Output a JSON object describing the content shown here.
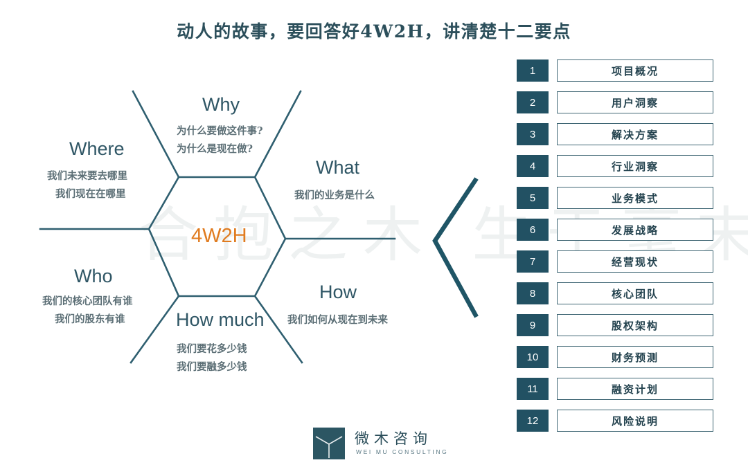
{
  "page": {
    "title": "动人的故事，要回答好4W2H，讲清楚十二要点",
    "watermark": "合抱之木 生于毫末",
    "center_tag": "4W2H",
    "accent_orange": "#e07b1f",
    "accent_teal": "#225163",
    "line_teal": "#2f5f70",
    "text_gray": "#5c6f76"
  },
  "diagram": {
    "branches": [
      {
        "key": "where",
        "label": "Where",
        "lines": [
          "我们未来要去哪里",
          "我们现在在哪里"
        ],
        "line1": "我们未来要去哪里",
        "line2": "我们现在在哪里"
      },
      {
        "key": "why",
        "label": "Why",
        "lines": [
          "为什么要做这件事?",
          "为什么是现在做?"
        ],
        "line1": "为什么要做这件事?",
        "line2": "为什么是现在做?"
      },
      {
        "key": "what",
        "label": "What",
        "lines": [
          "我们的业务是什么"
        ],
        "line1": "我们的业务是什么",
        "line2": ""
      },
      {
        "key": "who",
        "label": "Who",
        "lines": [
          "我们的核心团队有谁",
          "我们的股东有谁"
        ],
        "line1": "我们的核心团队有谁",
        "line2": "我们的股东有谁"
      },
      {
        "key": "how-much",
        "label": "How much",
        "lines": [
          "我们要花多少钱",
          "我们要融多少钱"
        ],
        "line1": "我们要花多少钱",
        "line2": "我们要融多少钱"
      },
      {
        "key": "how",
        "label": "How",
        "lines": [
          "我们如何从现在到未来"
        ],
        "line1": "我们如何从现在到未来",
        "line2": ""
      }
    ]
  },
  "checklist": {
    "items": [
      {
        "num": "1",
        "label": "项目概况"
      },
      {
        "num": "2",
        "label": "用户洞察"
      },
      {
        "num": "3",
        "label": "解决方案"
      },
      {
        "num": "4",
        "label": "行业洞察"
      },
      {
        "num": "5",
        "label": "业务模式"
      },
      {
        "num": "6",
        "label": "发展战略"
      },
      {
        "num": "7",
        "label": "经营现状"
      },
      {
        "num": "8",
        "label": "核心团队"
      },
      {
        "num": "9",
        "label": "股权架构"
      },
      {
        "num": "10",
        "label": "财务预测"
      },
      {
        "num": "11",
        "label": "融资计划"
      },
      {
        "num": "12",
        "label": "风险说明"
      }
    ]
  },
  "footer": {
    "brand_cn": "微木咨询",
    "brand_en": "WEI MU CONSULTING"
  }
}
